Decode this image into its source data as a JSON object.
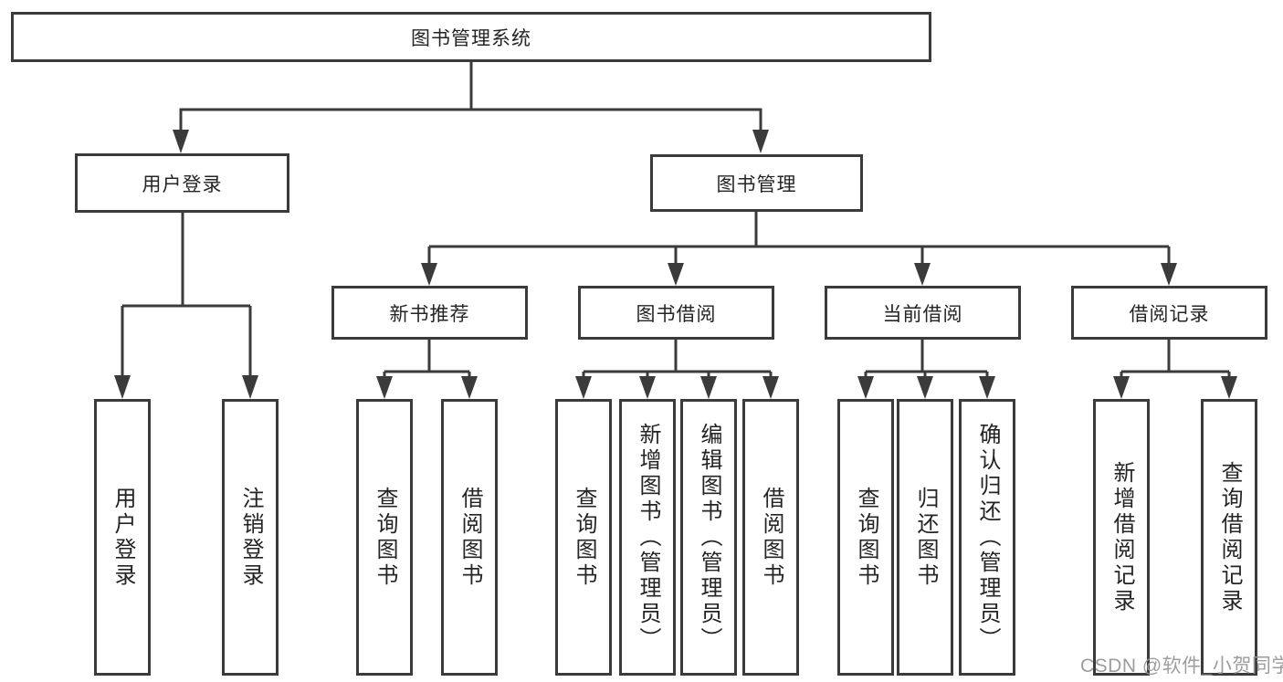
{
  "tree": {
    "root": {
      "label": "图书管理系统"
    },
    "user_login": {
      "label": "用户登录",
      "children": [
        {
          "label": "用户登录"
        },
        {
          "label": "注销登录"
        }
      ]
    },
    "book_management": {
      "label": "图书管理",
      "sections": [
        {
          "label": "新书推荐",
          "children": [
            {
              "label": "查询图书"
            },
            {
              "label": "借阅图书"
            }
          ]
        },
        {
          "label": "图书借阅",
          "children": [
            {
              "label": "查询图书"
            },
            {
              "label": "新增图书（管理员）"
            },
            {
              "label": "编辑图书（管理员）"
            },
            {
              "label": "借阅图书"
            }
          ]
        },
        {
          "label": "当前借阅",
          "children": [
            {
              "label": "查询图书"
            },
            {
              "label": "归还图书"
            },
            {
              "label": "确认归还（管理员）"
            }
          ]
        },
        {
          "label": "借阅记录",
          "children": [
            {
              "label": "新增借阅记录"
            },
            {
              "label": "查询借阅记录"
            }
          ]
        }
      ]
    }
  },
  "watermark": {
    "text": "CSDN @软件_小贺同学"
  },
  "colors": {
    "line": "#3b3b3b",
    "text": "#242424",
    "watermark": "#989898",
    "background": "#ffffff"
  }
}
